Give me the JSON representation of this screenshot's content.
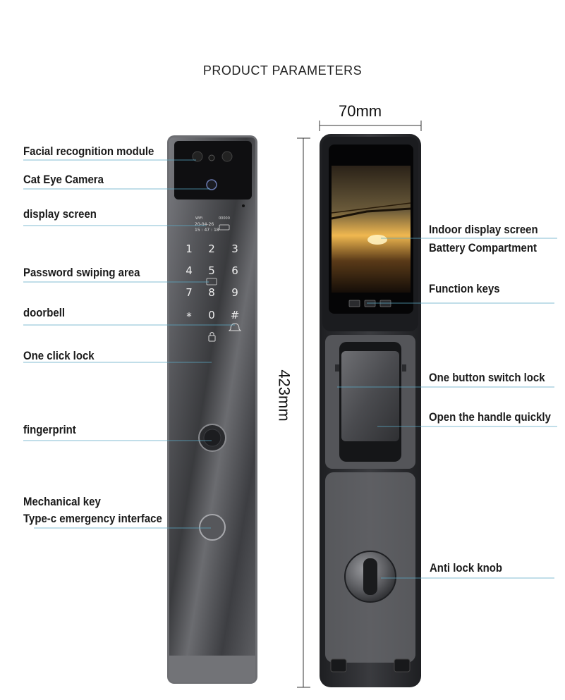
{
  "title": "PRODUCT PARAMETERS",
  "dimensions": {
    "width": "70mm",
    "height": "423mm"
  },
  "left_labels": {
    "facial": "Facial recognition module",
    "cat_eye": "Cat Eye Camera",
    "display": "display screen",
    "password": "Password swiping area",
    "doorbell": "doorbell",
    "one_click": "One click lock",
    "fingerprint": "fingerprint",
    "mech_key": "Mechanical key",
    "typec": "Type-c emergency interface"
  },
  "right_labels": {
    "indoor_display": "Indoor display screen",
    "battery": "Battery Compartment",
    "function_keys": "Function keys",
    "switch_lock": "One button switch lock",
    "handle": "Open the handle quickly",
    "anti_lock": "Anti lock knob"
  },
  "keypad": [
    "1",
    "2",
    "3",
    "4",
    "5",
    "6",
    "7",
    "8",
    "9",
    "*",
    "0",
    "#"
  ],
  "screen_text": {
    "wifi": "WiFi",
    "brand": "00000",
    "date": "20-04-26",
    "time": "15 : 47 : 18"
  },
  "colors": {
    "body": "#5b5c60",
    "body_dark": "#2d2e31",
    "leader": "#5aa9c4"
  }
}
